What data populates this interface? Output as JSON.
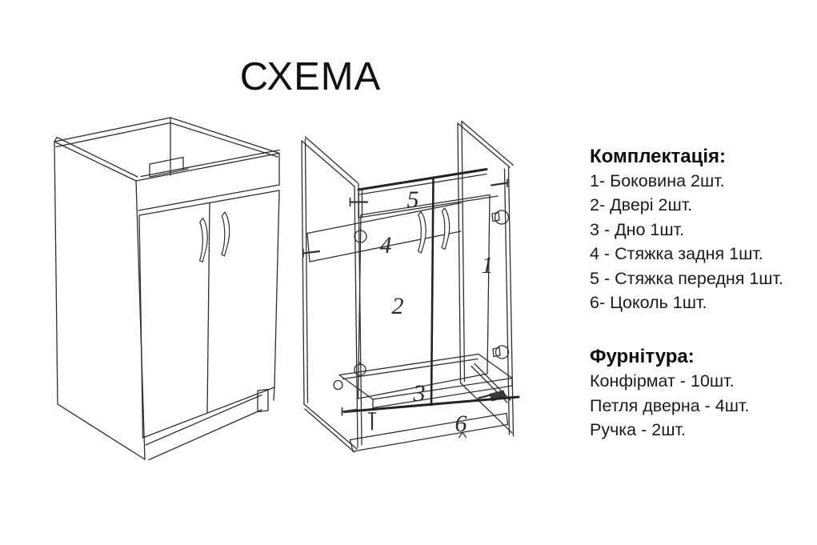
{
  "title": "СХЕМА",
  "kit": {
    "heading": "Комплектація:",
    "items": [
      "1- Боковина 2шт.",
      "2- Двері 2шт.",
      "3 - Дно 1шт.",
      "4 - Стяжка задня 1шт.",
      "5 - Стяжка передня 1шт.",
      "6- Цоколь 1шт."
    ]
  },
  "hardware": {
    "heading": "Фурнітура:",
    "items": [
      "Конфірмат - 10шт.",
      "Петля дверна - 4шт.",
      "Ручка - 2шт."
    ]
  },
  "diagram": {
    "labels": {
      "p1": "1",
      "p2": "2",
      "p3": "3",
      "p4": "4",
      "p5": "5",
      "p6": "6"
    }
  },
  "colors": {
    "ink": "#111111",
    "line": "#2e2e2e",
    "background": "#ffffff"
  }
}
